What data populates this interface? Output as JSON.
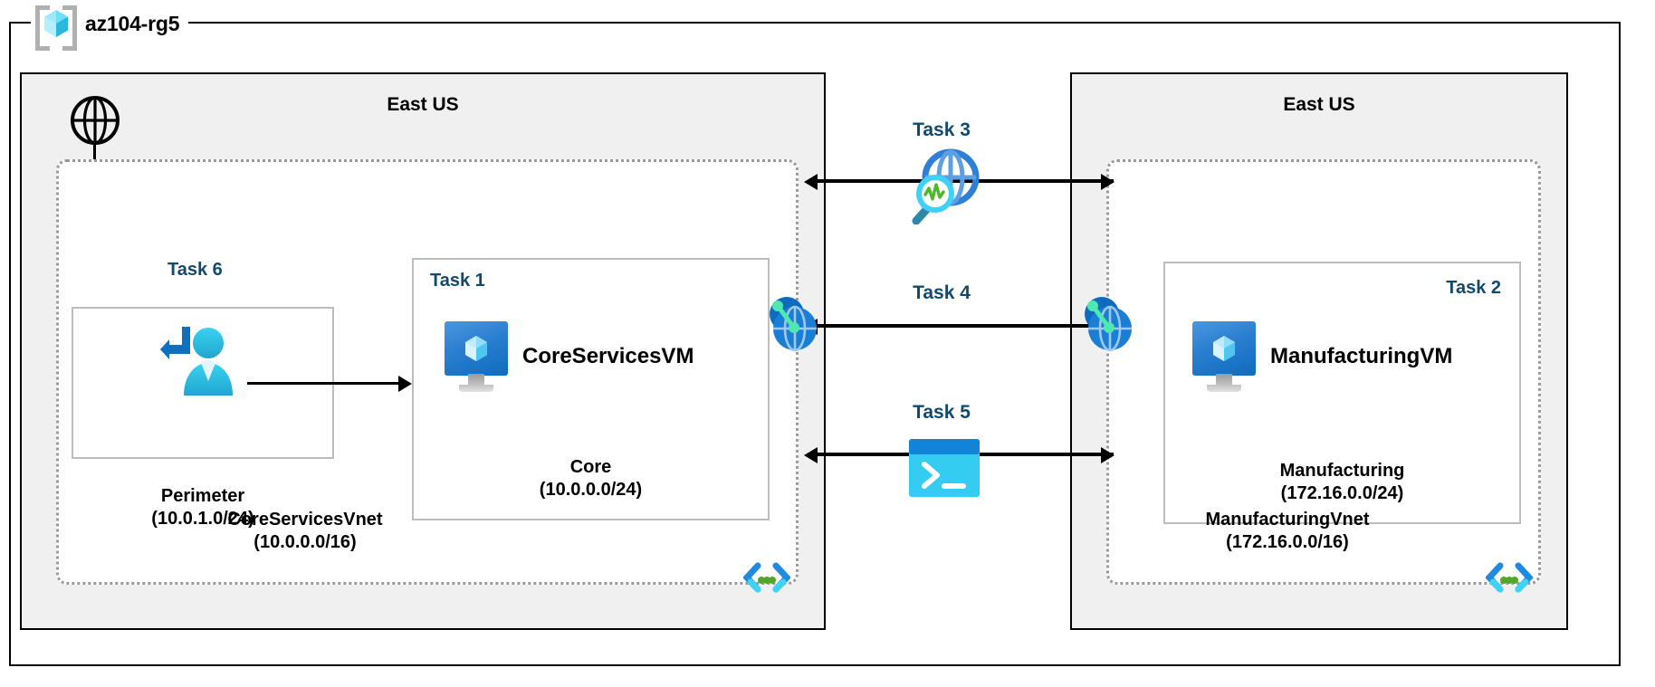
{
  "diagram": {
    "resource_group": {
      "name": "az104-rg5",
      "icon": "resource-group-cube-icon"
    },
    "regions": [
      {
        "id": "left",
        "name": "East US"
      },
      {
        "id": "right",
        "name": "East US"
      }
    ],
    "internet": {
      "icon": "internet-globe-icon"
    },
    "vnets": [
      {
        "id": "coreservices",
        "name": "CoreServicesVnet",
        "cidr": "(10.0.0.0/16)",
        "region": "East US",
        "script_icon": "code-brackets-icon",
        "subnets": [
          {
            "id": "perimeter",
            "task": "Task 6",
            "name": "Perimeter",
            "cidr": "(10.0.1.0/24)",
            "icon": "bastion-user-icon"
          },
          {
            "id": "core",
            "task": "Task 1",
            "name": "Core",
            "cidr": "(10.0.0.0/24)",
            "vm": {
              "name": "CoreServicesVM",
              "icon": "virtual-machine-icon"
            }
          }
        ]
      },
      {
        "id": "manufacturing",
        "name": "ManufacturingVnet",
        "cidr": "(172.16.0.0/16)",
        "region": "East US",
        "script_icon": "code-brackets-icon",
        "subnets": [
          {
            "id": "manufacturing",
            "task": "Task 2",
            "name": "Manufacturing",
            "cidr": "(172.16.0.0/24)",
            "vm": {
              "name": "ManufacturingVM",
              "icon": "virtual-machine-icon"
            }
          }
        ]
      }
    ],
    "connections": [
      {
        "id": "task3",
        "label": "Task 3",
        "icon": "network-watcher-icon",
        "style": "double-arrow"
      },
      {
        "id": "task4",
        "label": "Task 4",
        "icon": "vnet-peering-icon",
        "style": "double-arrow"
      },
      {
        "id": "task5",
        "label": "Task 5",
        "icon": "cloud-shell-icon",
        "style": "double-arrow"
      }
    ],
    "colors": {
      "task_label": "#11496f",
      "region_fill": "#f0f0f0",
      "vnet_border": "#9a9a9a",
      "subnet_border": "#bdbdbd",
      "azure_blue": "#0f6cbd",
      "cyan": "#32c8f0",
      "green_dot": "#4fa828"
    }
  }
}
